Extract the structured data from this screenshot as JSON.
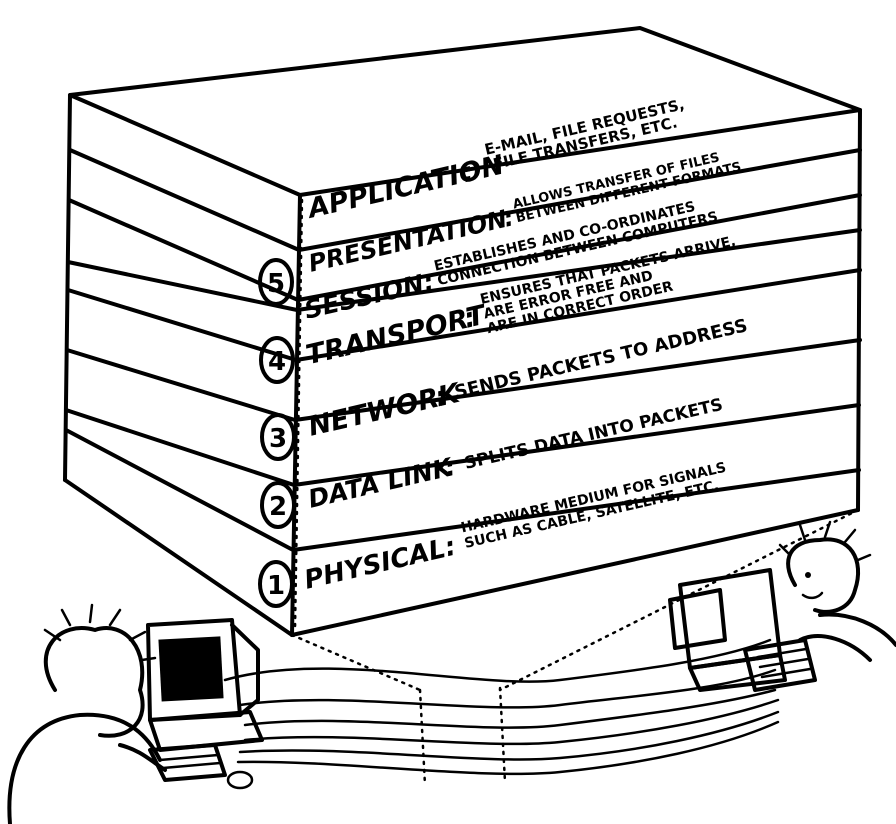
{
  "layers": [
    {
      "name": "APPLICATION",
      "colon": ":",
      "line1": "E-MAIL, FILE REQUESTS,",
      "line2": "FILE TRANSFERS, ETC.",
      "line3": "",
      "number": ""
    },
    {
      "name": "PRESENTATION",
      "colon": ":",
      "line1": "ALLOWS TRANSFER OF FILES",
      "line2": "BETWEEN DIFFERENT FORMATS",
      "line3": "",
      "number": ""
    },
    {
      "name": "SESSION",
      "colon": ":",
      "line1": "ESTABLISHES AND CO-ORDINATES",
      "line2": "CONNECTION BETWEEN COMPUTERS",
      "line3": "",
      "number": "5"
    },
    {
      "name": "TRANSPORT",
      "colon": ":",
      "line1": "ENSURES THAT PACKETS ARRIVE,",
      "line2": "ARE ERROR FREE AND",
      "line3": "ARE IN CORRECT ORDER",
      "number": "4"
    },
    {
      "name": "NETWORK",
      "colon": ":",
      "line1": "SENDS PACKETS TO ADDRESS",
      "line2": "",
      "line3": "",
      "number": "3"
    },
    {
      "name": "DATA LINK",
      "colon": ":",
      "line1": "SPLITS DATA INTO PACKETS",
      "line2": "",
      "line3": "",
      "number": "2"
    },
    {
      "name": "PHYSICAL",
      "colon": ":",
      "line1": "HARDWARE MEDIUM FOR SIGNALS",
      "line2": "SUCH AS CABLE, SATELLITE, ETC.",
      "line3": "",
      "number": "1"
    }
  ]
}
